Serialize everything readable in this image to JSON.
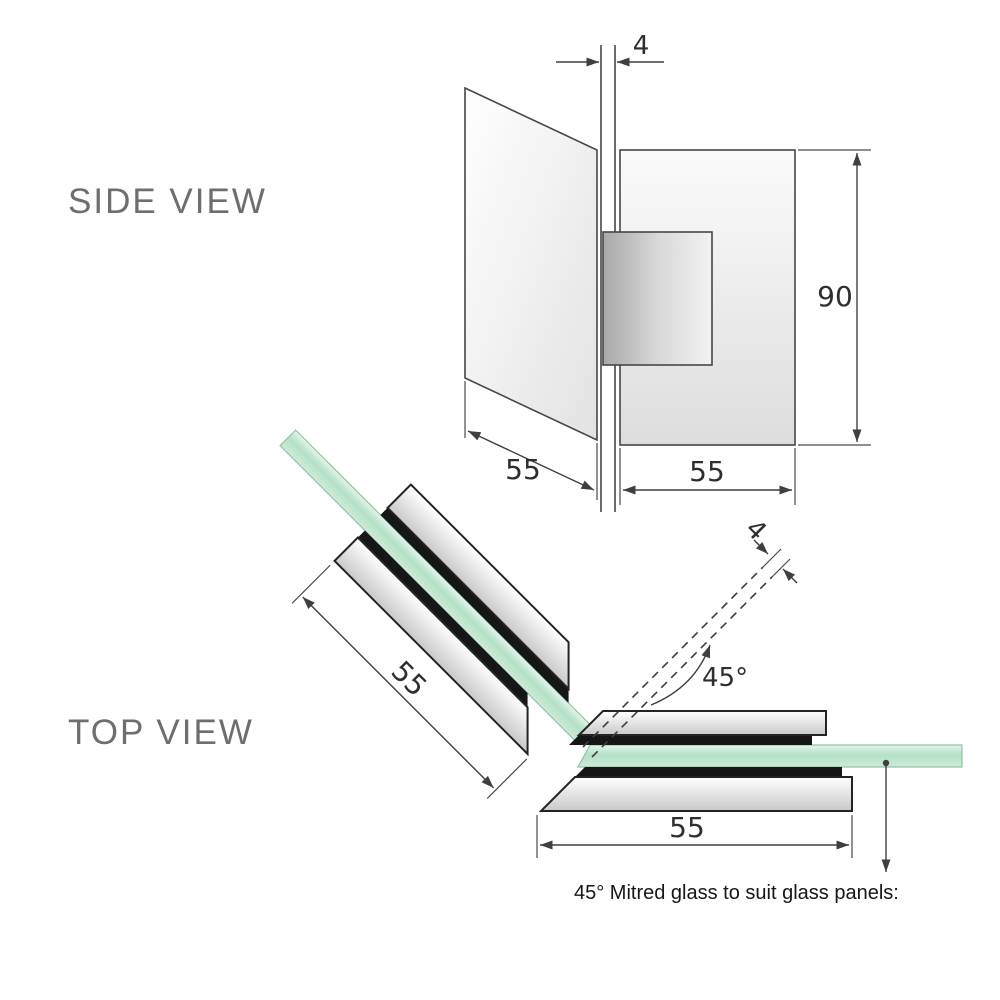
{
  "side_view": {
    "label": "SIDE VIEW",
    "glass_thickness": "4",
    "plate_height": "90",
    "panel_width": "55",
    "plate_width": "55"
  },
  "top_view": {
    "label": "TOP VIEW",
    "mitre_gap": "4",
    "angle": "45°",
    "left_plate_length": "55",
    "bottom_plate_length": "55",
    "caption": "45° Mitred glass to suit glass panels:"
  },
  "colors": {
    "glass_green": "#b5e0c6",
    "glass_green_light": "#e4f5ea",
    "glass_edge": "#8fc3a6",
    "metal_light": "#ffffff",
    "metal_shadow": "#c9c9c9",
    "gasket_black": "#161616",
    "line": "#3f3f3f",
    "label_gray": "#6e6e6e",
    "text_dark": "#161616"
  }
}
